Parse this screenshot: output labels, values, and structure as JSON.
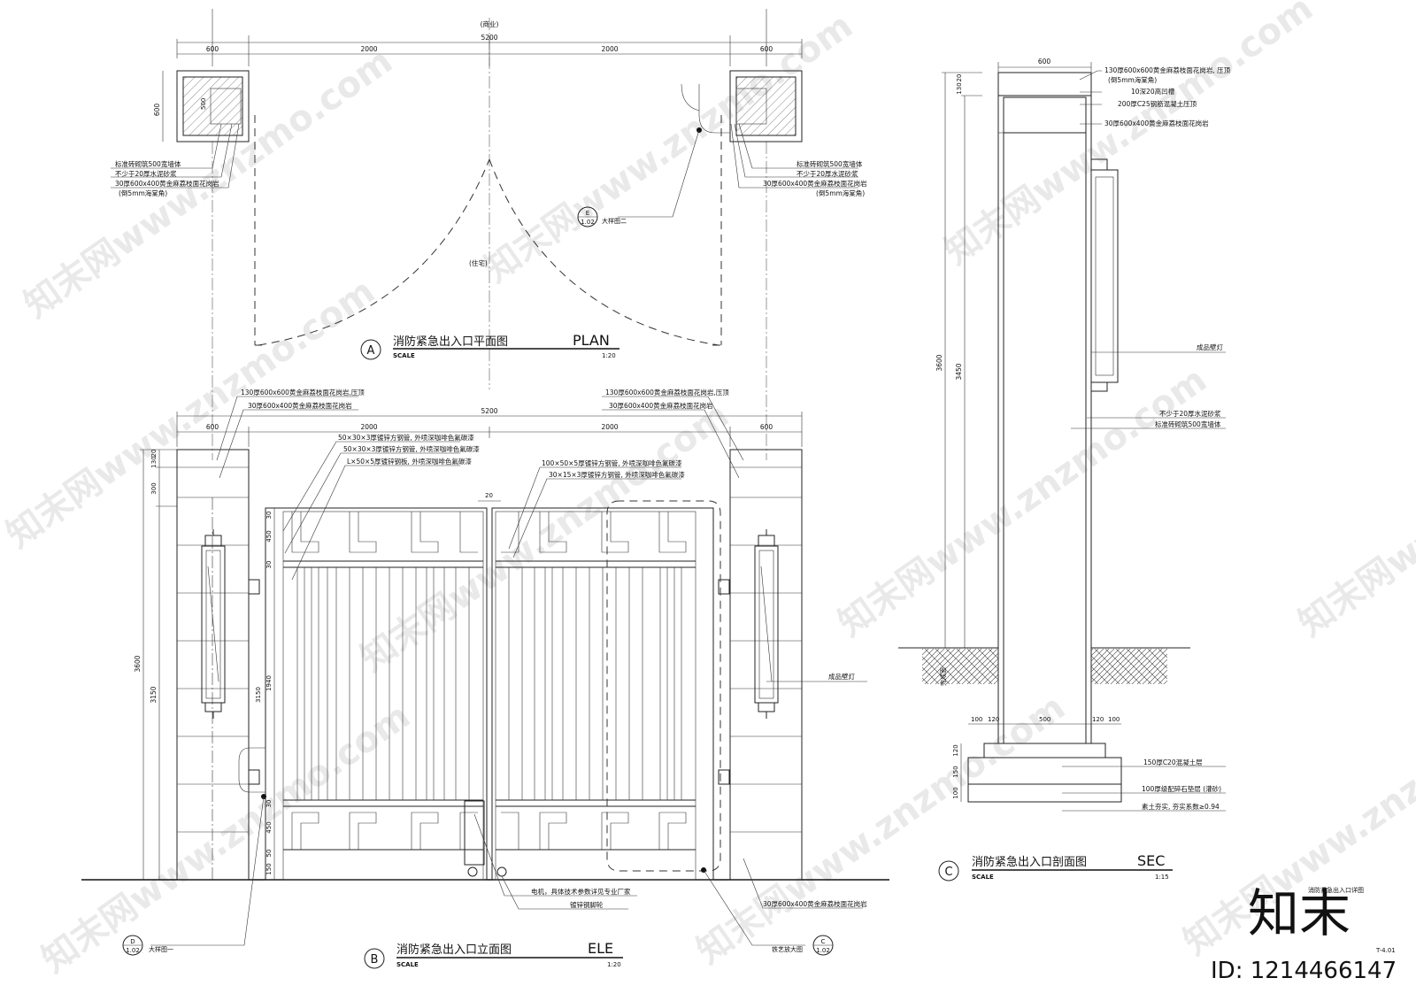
{
  "plan": {
    "area_top": "(商业)",
    "area_bottom": "(住宅)",
    "dims": {
      "total": "5200",
      "pier_left": "600",
      "leaf_left": "2000",
      "leaf_right": "2000",
      "pier_right": "600",
      "pier_depth": "600",
      "inner": "500"
    },
    "notes_left": [
      "标准砖砌筑500宽墙体",
      "不少于20厚水泥砂浆",
      "30厚600x400黄金麻荔枝面花岗岩",
      "(倒5mm海棠角)"
    ],
    "notes_right": [
      "标准砖砌筑500宽墙体",
      "不少于20厚水泥砂浆",
      "30厚600x400黄金麻荔枝面花岗岩",
      "(倒5mm海棠角)"
    ],
    "detail_ref": {
      "num": "E",
      "sheet": "1.02",
      "label": "大样图二"
    },
    "title": {
      "letter": "A",
      "cn": "消防紧急出入口平面图",
      "en": "PLAN",
      "scale_label": "SCALE",
      "scale": "1:20"
    }
  },
  "elevation": {
    "dims": {
      "total": "5200",
      "pier_left": "600",
      "leaf_left": "2000",
      "leaf_right": "2000",
      "pier_right": "600",
      "gap": "20"
    },
    "vdims_left": [
      "3600",
      "3150",
      "20",
      "130",
      "300"
    ],
    "vdims_gate": [
      "30",
      "450",
      "30",
      "1940",
      "3150",
      "30",
      "450",
      "50",
      "150"
    ],
    "notes_left": [
      "130厚600x600黄金麻荔枝面花岗岩,压顶",
      "30厚600x400黄金麻荔枝面花岗岩",
      "50×30×3厚镀锌方钢管, 外喷深咖啡色氟碳漆",
      "50×30×3厚镀锌方钢管, 外喷深咖啡色氟碳漆",
      "L×50×5厚镀锌钢板, 外喷深咖啡色氟碳漆"
    ],
    "notes_right": [
      "130厚600x600黄金麻荔枝面花岗岩,压顶",
      "30厚600x400黄金麻荔枝面花岗岩",
      "100×50×5厚镀锌方钢管, 外喷深咖啡色氟碳漆",
      "30×15×3厚镀锌方钢管, 外喷深咖啡色氟碳漆"
    ],
    "lamp_note": "成品壁灯",
    "motor_note": "电机，具体技术参数详见专业厂家",
    "wheel_note": "镀锌钢脚轮",
    "stone_note": "30厚600x400黄金麻荔枝面花岗岩",
    "detail_ref_left": {
      "num": "D",
      "sheet": "1.02",
      "label": "大样图一"
    },
    "detail_ref_right": {
      "num": "C",
      "sheet": "1.02",
      "label": "铁艺放大图"
    },
    "title": {
      "letter": "B",
      "cn": "消防紧急出入口立面图",
      "en": "ELE",
      "scale_label": "SCALE",
      "scale": "1:20"
    }
  },
  "section": {
    "dims_top": "600",
    "vdims": [
      "3600",
      "3450",
      "20",
      "130"
    ],
    "foot_dims": [
      "100",
      "120",
      "500",
      "120",
      "100"
    ],
    "foot_vdims": [
      "120",
      "150",
      "100"
    ],
    "notes": [
      "130厚600x600黄金麻荔枝面花岗岩, 压顶",
      "(倒5mm海棠角)",
      "10深20高凹槽",
      "200厚C25钢筋混凝土压顶",
      "30厚600x400黄金麻荔枝面花岗岩",
      "成品壁灯",
      "不少于20厚水泥砂浆",
      "标准砖砌筑500宽墙体",
      "150厚C20混凝土层",
      "100厚级配碎石垫层 (灌砂)",
      "素土夯实, 夯实系数≥0.94"
    ],
    "ground_label": "完成面",
    "title": {
      "letter": "C",
      "cn": "消防紧急出入口剖面图",
      "en": "SEC",
      "scale_label": "SCALE",
      "scale": "1:15"
    }
  },
  "sheet": {
    "name": "消防紧急出入口详图",
    "code": "T-4.01",
    "logo": "知末",
    "id_text": "ID: 1214466147"
  },
  "watermark": "知末网www.znzmo.com"
}
